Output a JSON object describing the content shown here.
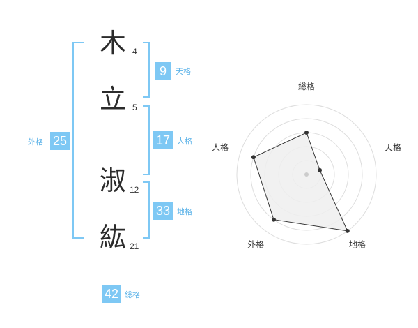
{
  "name": {
    "chars": [
      {
        "char": "木",
        "strokes": "4"
      },
      {
        "char": "立",
        "strokes": "5"
      },
      {
        "char": "淑",
        "strokes": "12"
      },
      {
        "char": "紘",
        "strokes": "21"
      }
    ]
  },
  "kaku": {
    "tenkaku": {
      "value": "9",
      "label": "天格"
    },
    "jinkaku": {
      "value": "17",
      "label": "人格"
    },
    "chikaku": {
      "value": "33",
      "label": "地格"
    },
    "gaikaku": {
      "value": "25",
      "label": "外格"
    },
    "soukaku": {
      "value": "42",
      "label": "総格"
    }
  },
  "chart_data": {
    "type": "radar",
    "axes": [
      "総格",
      "天格",
      "地格",
      "外格",
      "人格"
    ],
    "values": [
      3,
      1,
      5,
      4,
      4
    ],
    "max": 5,
    "rings": 5,
    "colors": {
      "fill": "#eeeeee",
      "stroke": "#333333",
      "grid": "#dddddd"
    }
  }
}
